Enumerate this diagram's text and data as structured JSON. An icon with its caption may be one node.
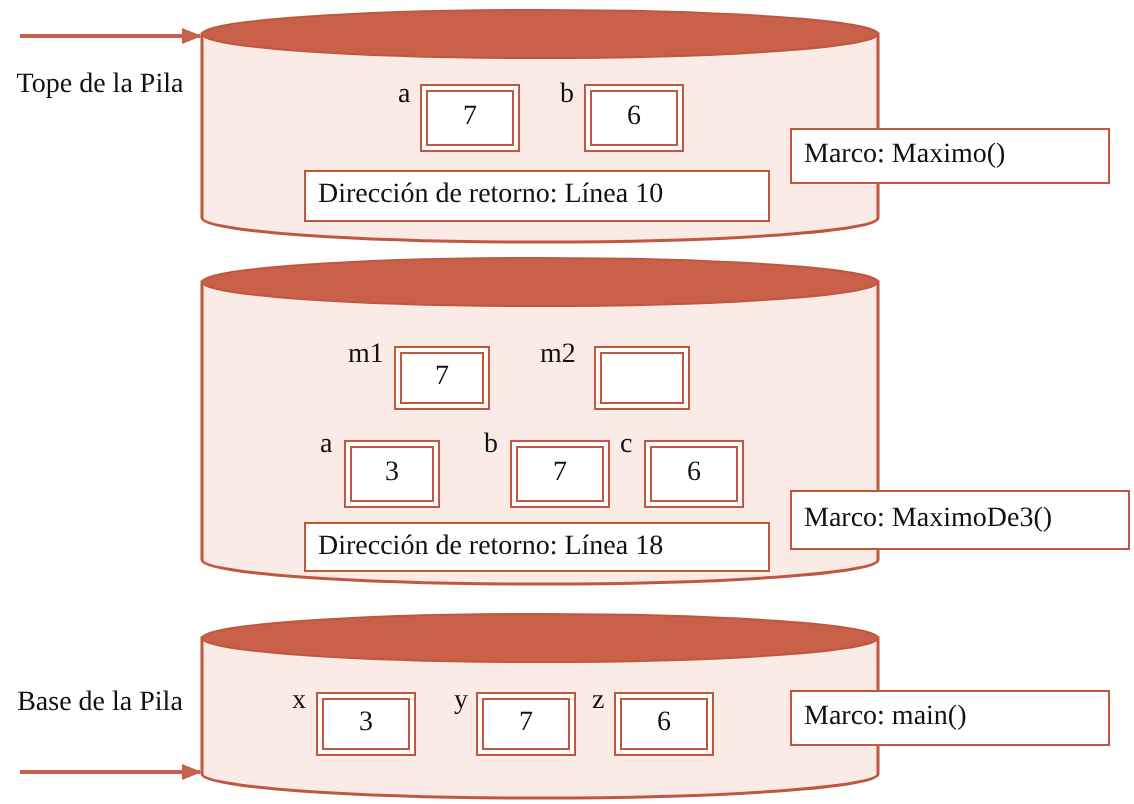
{
  "diagram": {
    "nodes": [
      {
        "text": [],
        "shape": "cylinder"
      },
      {
        "text": [
          "a",
          "7"
        ],
        "in": 0
      },
      {
        "text": [
          "b",
          "6"
        ],
        "in": 0
      },
      {
        "text": [
          "Dirección de retorno: Línea 10"
        ],
        "in": 0
      },
      {
        "text": [
          "Marco: Maximo()"
        ]
      },
      {
        "text": [],
        "shape": "cylinder"
      },
      {
        "text": [
          "m1",
          "7"
        ],
        "in": 5
      },
      {
        "text": [
          "m2"
        ],
        "in": 5
      },
      {
        "text": [
          "a",
          "3"
        ],
        "in": 5
      },
      {
        "text": [
          "b",
          "7"
        ],
        "in": 5
      },
      {
        "text": [
          "c",
          "6"
        ],
        "in": 5
      },
      {
        "text": [
          "Dirección de retorno: Línea 18"
        ],
        "in": 5
      },
      {
        "text": [
          "Marco: MaximoDe3()"
        ]
      },
      {
        "text": [],
        "shape": "cylinder"
      },
      {
        "text": [
          "x",
          "3"
        ],
        "in": 13
      },
      {
        "text": [
          "y",
          "7"
        ],
        "in": 13
      },
      {
        "text": [
          "z",
          "6"
        ],
        "in": 13
      },
      {
        "text": [
          "Marco: main()"
        ]
      }
    ],
    "edges": [
      {
        "from": null,
        "to": 0,
        "arrow": "to"
      },
      {
        "from": null,
        "to": 13,
        "arrow": "to"
      }
    ],
    "labels": [
      "Tope de la Pila",
      "Base de la Pila"
    ]
  }
}
